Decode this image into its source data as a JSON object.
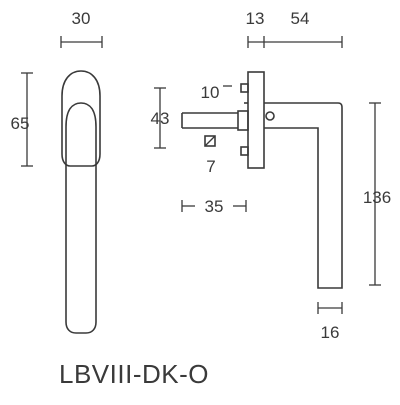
{
  "dimensions": {
    "front_width": "30",
    "front_rose_height": "65",
    "side_rose_depth": "13",
    "side_projection": "54",
    "spindle_offset": "10",
    "spindle_length": "43",
    "spindle_square": "7",
    "spindle_reach": "35",
    "handle_length": "136",
    "handle_width": "16"
  },
  "model_code": "LBVIII-DK-O",
  "colors": {
    "line": "#3a3a3a",
    "background": "#ffffff"
  }
}
